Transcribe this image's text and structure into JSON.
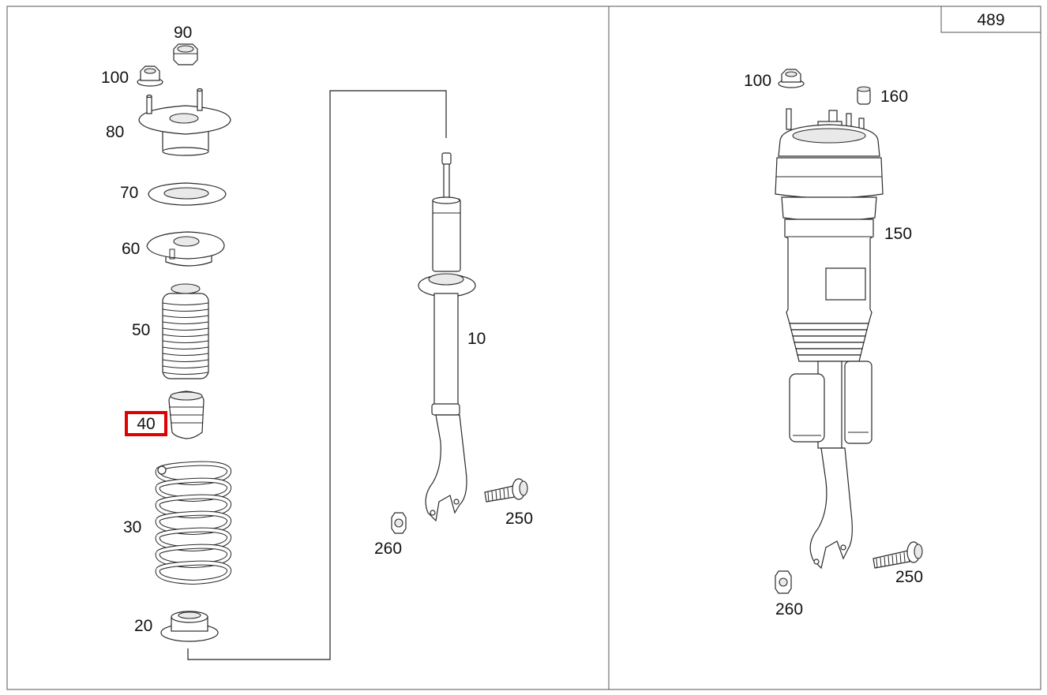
{
  "sheet": {
    "page_number": "489",
    "highlight_color": "#e00000",
    "line_color": "#222222"
  },
  "callouts": {
    "left": {
      "p90": "90",
      "p100": "100",
      "p80": "80",
      "p70": "70",
      "p60": "60",
      "p50": "50",
      "p40": "40",
      "p30": "30",
      "p20": "20"
    },
    "middle": {
      "p10": "10",
      "p250": "250",
      "p260": "260"
    },
    "right": {
      "p100": "100",
      "p160": "160",
      "p150": "150",
      "p250": "250",
      "p260": "260"
    }
  },
  "highlighted_callout": "40"
}
